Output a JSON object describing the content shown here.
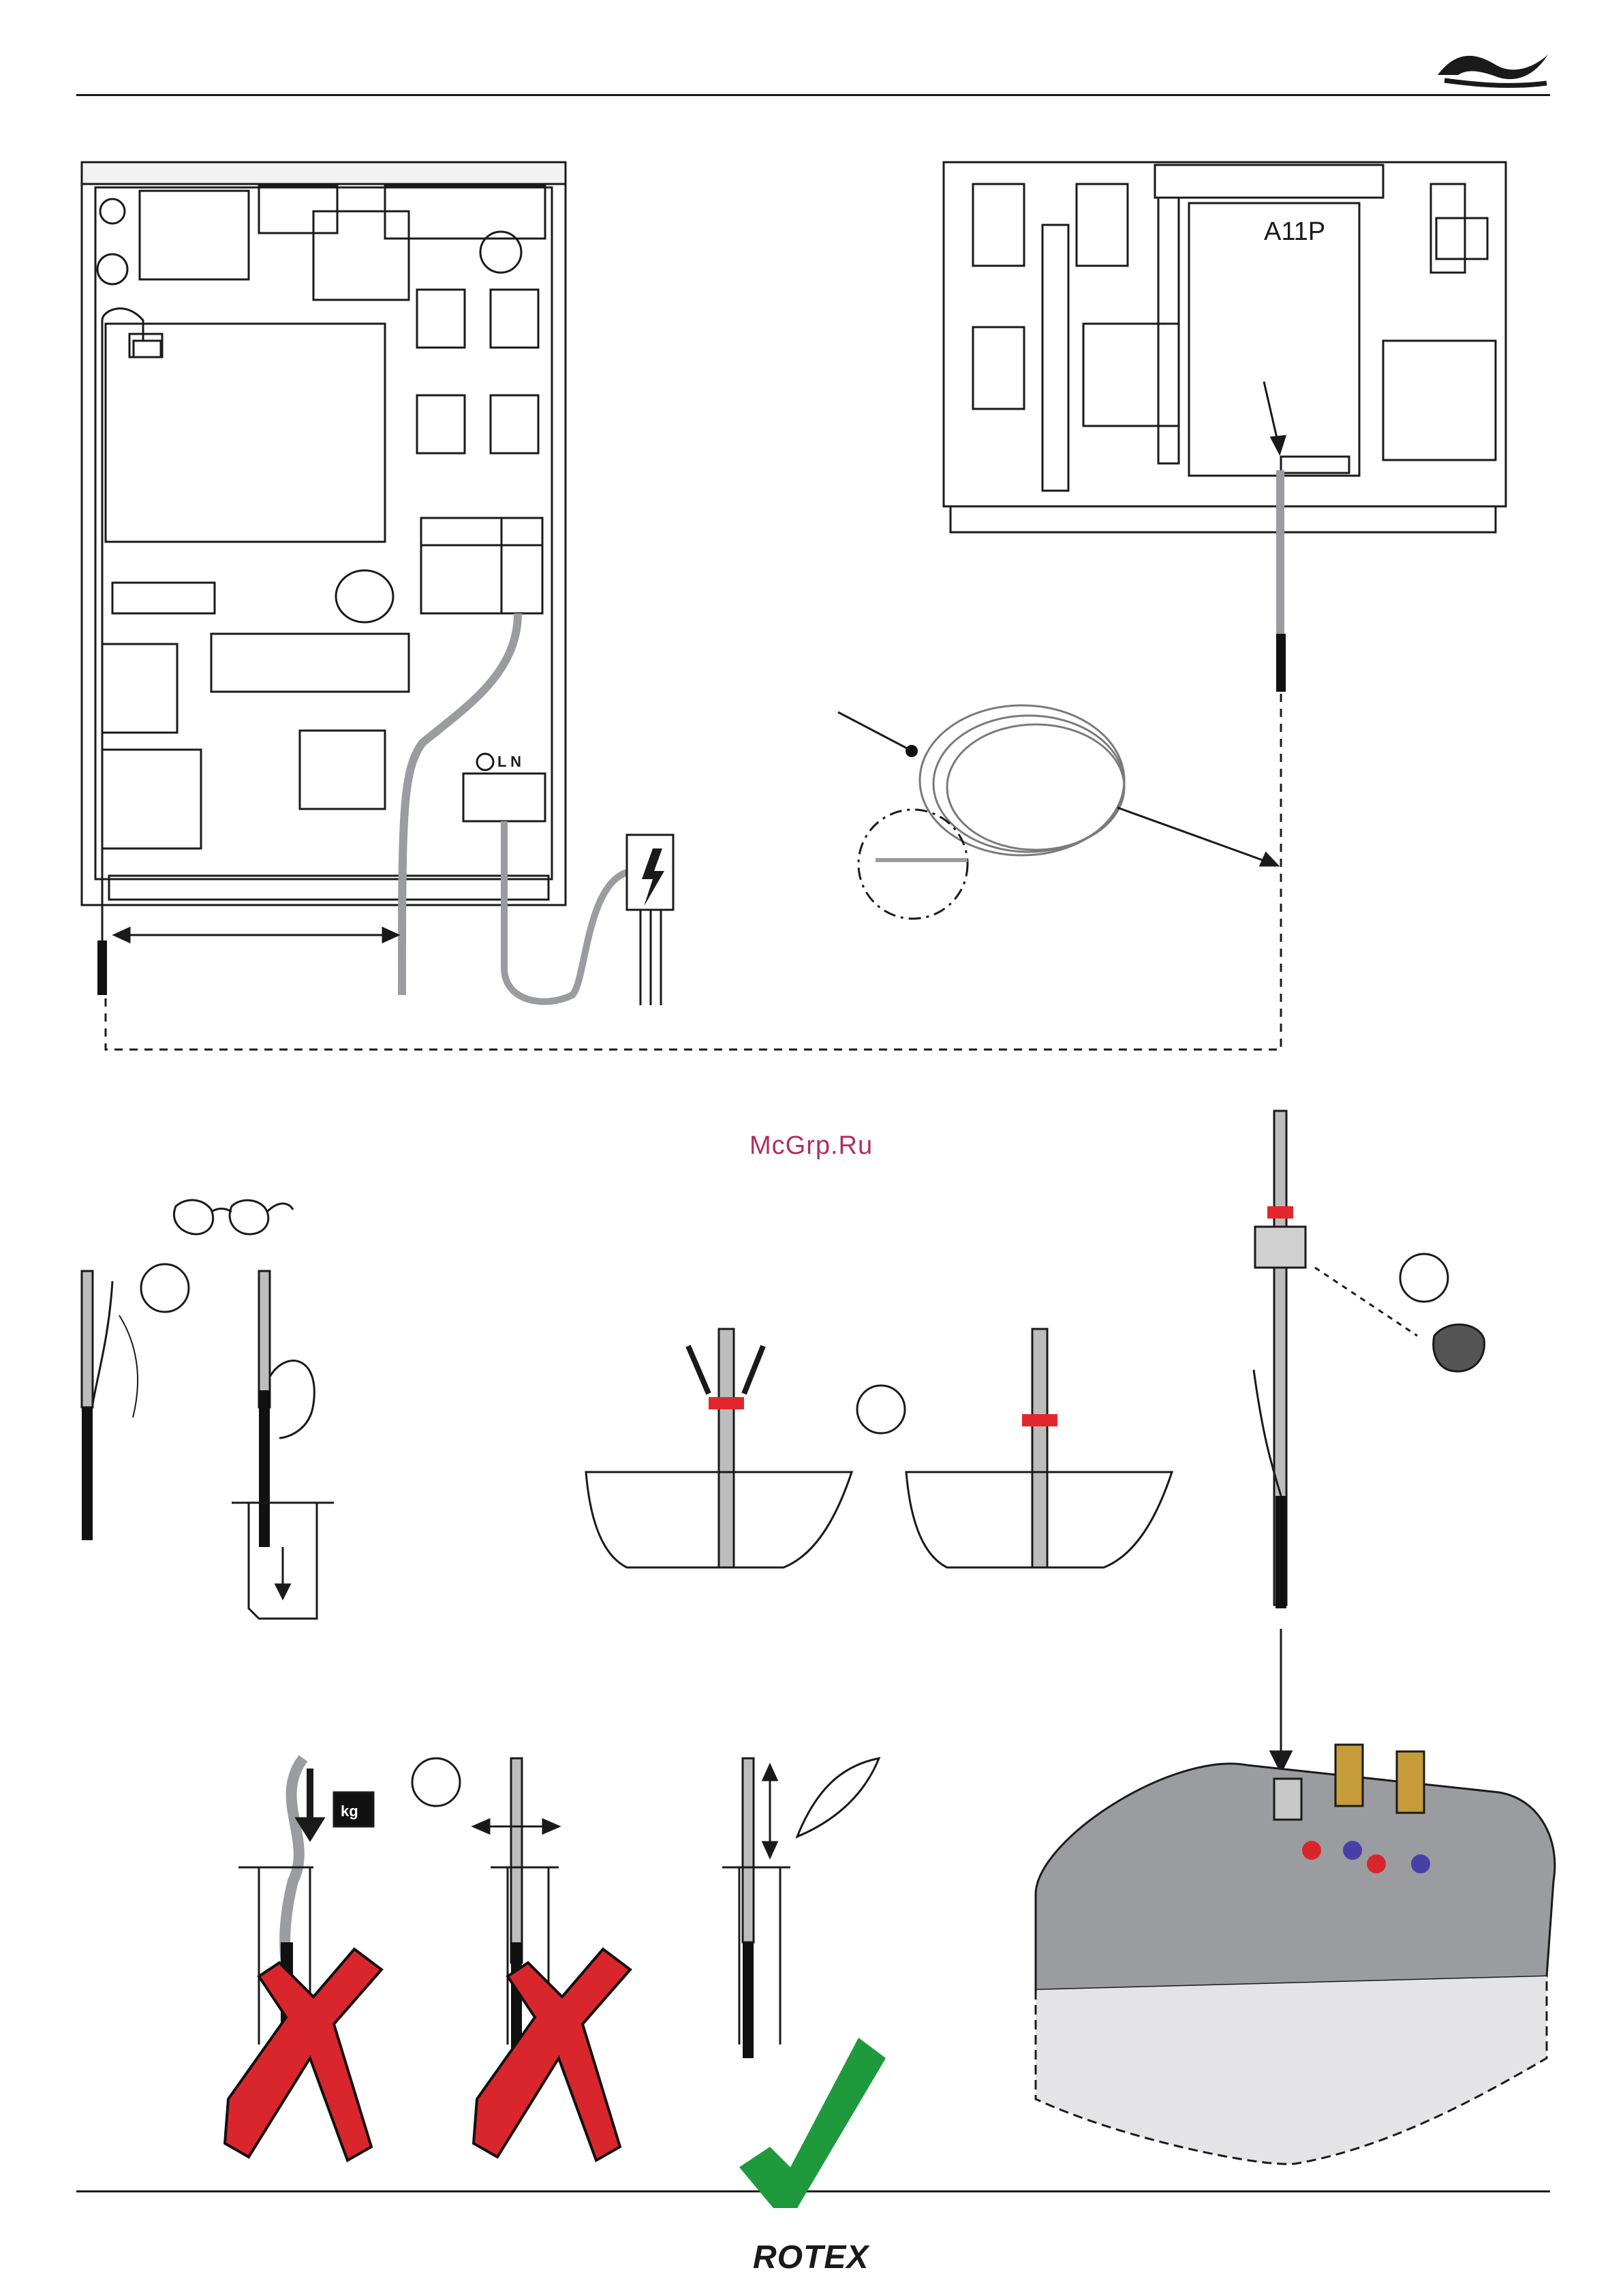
{
  "page": {
    "watermark": "McGrp.Ru",
    "footer_brand": "ROTEX"
  },
  "panel_left": {
    "terminal_label": "L N"
  },
  "panel_right": {
    "board_label": "A11P"
  },
  "steps": {
    "weight_label": "kg"
  },
  "colors": {
    "line": "#1a1a1a",
    "red_cross": "#d9262c",
    "green_check": "#1e9a3c",
    "red_marker": "#e3262b",
    "tank_grey": "#9a9ca0",
    "sensor_black": "#111111",
    "probe_grey": "#bdbdbd"
  },
  "icons": {
    "header_logo": "rotex-wing-icon",
    "glasses": "reading-glasses-icon",
    "weight": "weight-icon",
    "feather": "feather-icon",
    "lightning": "high-voltage-icon"
  }
}
